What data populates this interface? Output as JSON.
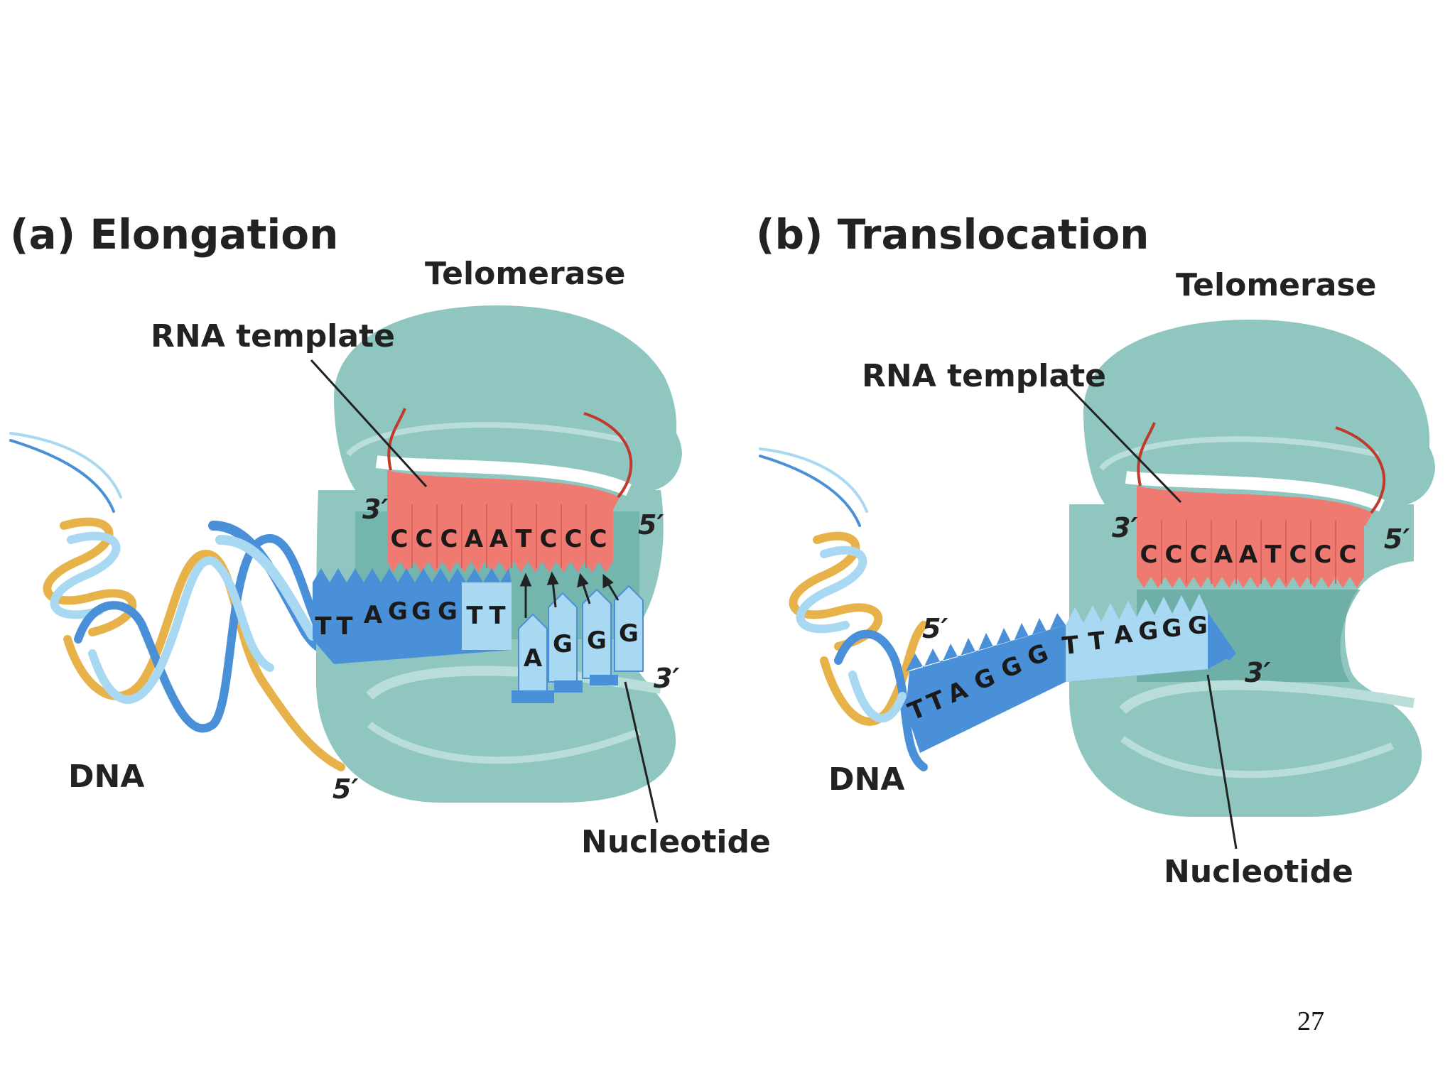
{
  "colors": {
    "enzyme": "#8fc7c0",
    "enzyme_dark": "#5fa79e",
    "enzyme_light": "#b9ddd8",
    "rna": "#ef7a72",
    "rna_dark": "#c0392b",
    "dna_blue": "#4a90d9",
    "dna_light": "#a9d8f2",
    "dna_gold": "#e8b24a"
  },
  "panel_a": {
    "title": "(a) Elongation",
    "telomerase": "Telomerase",
    "rna_template": "RNA template",
    "dna": "DNA",
    "nucleotide": "Nucleotide",
    "rna_3": "3′",
    "rna_5": "5′",
    "dna_3": "3′",
    "dna_5": "5′",
    "rna_bases": [
      "C",
      "C",
      "C",
      "A",
      "A",
      "T",
      "C",
      "C",
      "C"
    ],
    "dna_bases": [
      "T",
      "T",
      "A",
      "G",
      "G",
      "G",
      "T",
      "T"
    ],
    "incoming_bases": [
      "A",
      "G",
      "G",
      "G"
    ]
  },
  "panel_b": {
    "title": "(b) Translocation",
    "telomerase": "Telomerase",
    "rna_template": "RNA template",
    "dna": "DNA",
    "nucleotide": "Nucleotide",
    "rna_3": "3′",
    "rna_5": "5′",
    "dna_3": "3′",
    "dna_5": "5′",
    "rna_bases": [
      "C",
      "C",
      "C",
      "A",
      "A",
      "T",
      "C",
      "C",
      "C"
    ],
    "dna_bases": [
      "T",
      "T",
      "A",
      "G",
      "G",
      "G",
      "T",
      "T",
      "A",
      "G",
      "G",
      "G"
    ]
  },
  "page_number": "27"
}
